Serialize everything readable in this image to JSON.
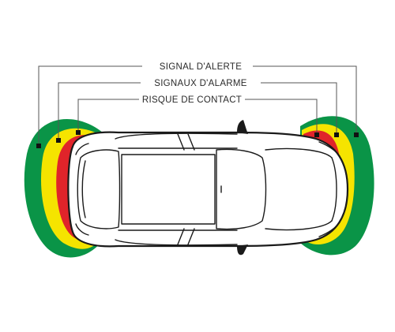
{
  "labels": {
    "warning": "SIGNAL D'ALERTE",
    "alarm": "SIGNAUX D'ALARME",
    "contact": "RISQUE DE CONTACT"
  },
  "zones": [
    {
      "name": "warning",
      "color": "#0a9447"
    },
    {
      "name": "alarm",
      "color": "#f5e400"
    },
    {
      "name": "contact",
      "color": "#e0242a"
    }
  ],
  "colors": {
    "car_outline": "#1a1a1a",
    "leader": "#555555"
  }
}
